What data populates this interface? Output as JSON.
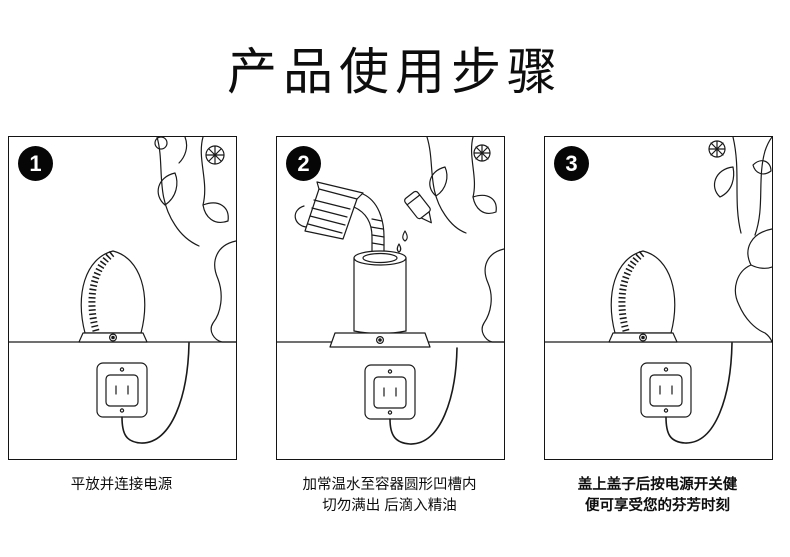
{
  "page": {
    "title": "产品使用步骤",
    "background_color": "#ffffff",
    "line_color": "#1a1a1a"
  },
  "steps": [
    {
      "number": "1",
      "caption_lines": [
        "平放并连接电源"
      ],
      "illustration": "diffuser-on-table-plugged-in"
    },
    {
      "number": "2",
      "caption_lines": [
        "加常温水至容器圆形凹槽内",
        "切勿满出 后滴入精油"
      ],
      "illustration": "pour-water-and-add-essential-oil"
    },
    {
      "number": "3",
      "caption_lines": [
        "盖上盖子后按电源开关健",
        "便可享受您的芬芳时刻"
      ],
      "illustration": "closed-diffuser-power-on"
    }
  ]
}
